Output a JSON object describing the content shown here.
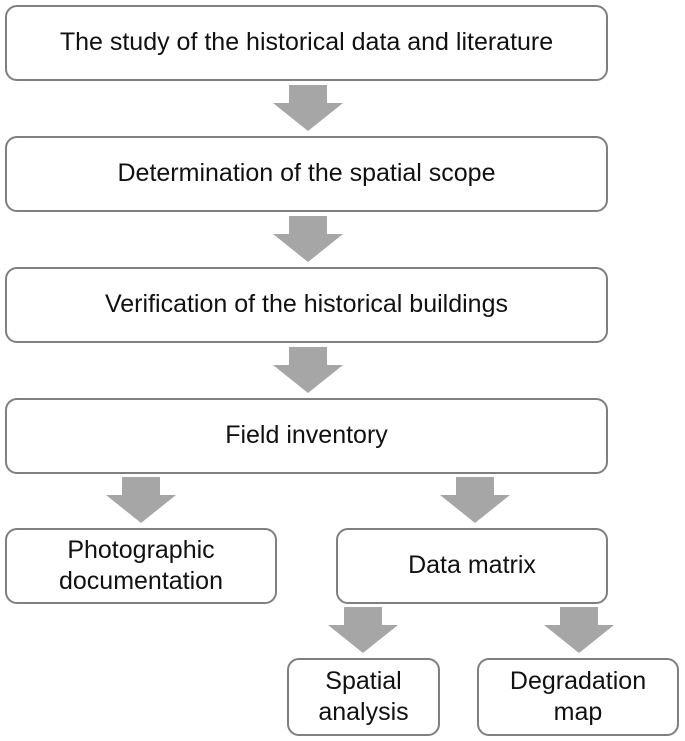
{
  "nodes": {
    "historical_data": "The study of the historical data and literature",
    "spatial_scope": "Determination of the spatial scope",
    "verification": "Verification of the historical buildings",
    "field_inventory": "Field inventory",
    "photographic_documentation": "Photographic documentation",
    "data_matrix": "Data matrix",
    "spatial_analysis": "Spatial analysis",
    "degradation_map": "Degradation map"
  },
  "colors": {
    "box_border": "#7f7f7f",
    "arrow_fill": "#a6a6a6",
    "text": "#111111",
    "background": "#ffffff"
  }
}
